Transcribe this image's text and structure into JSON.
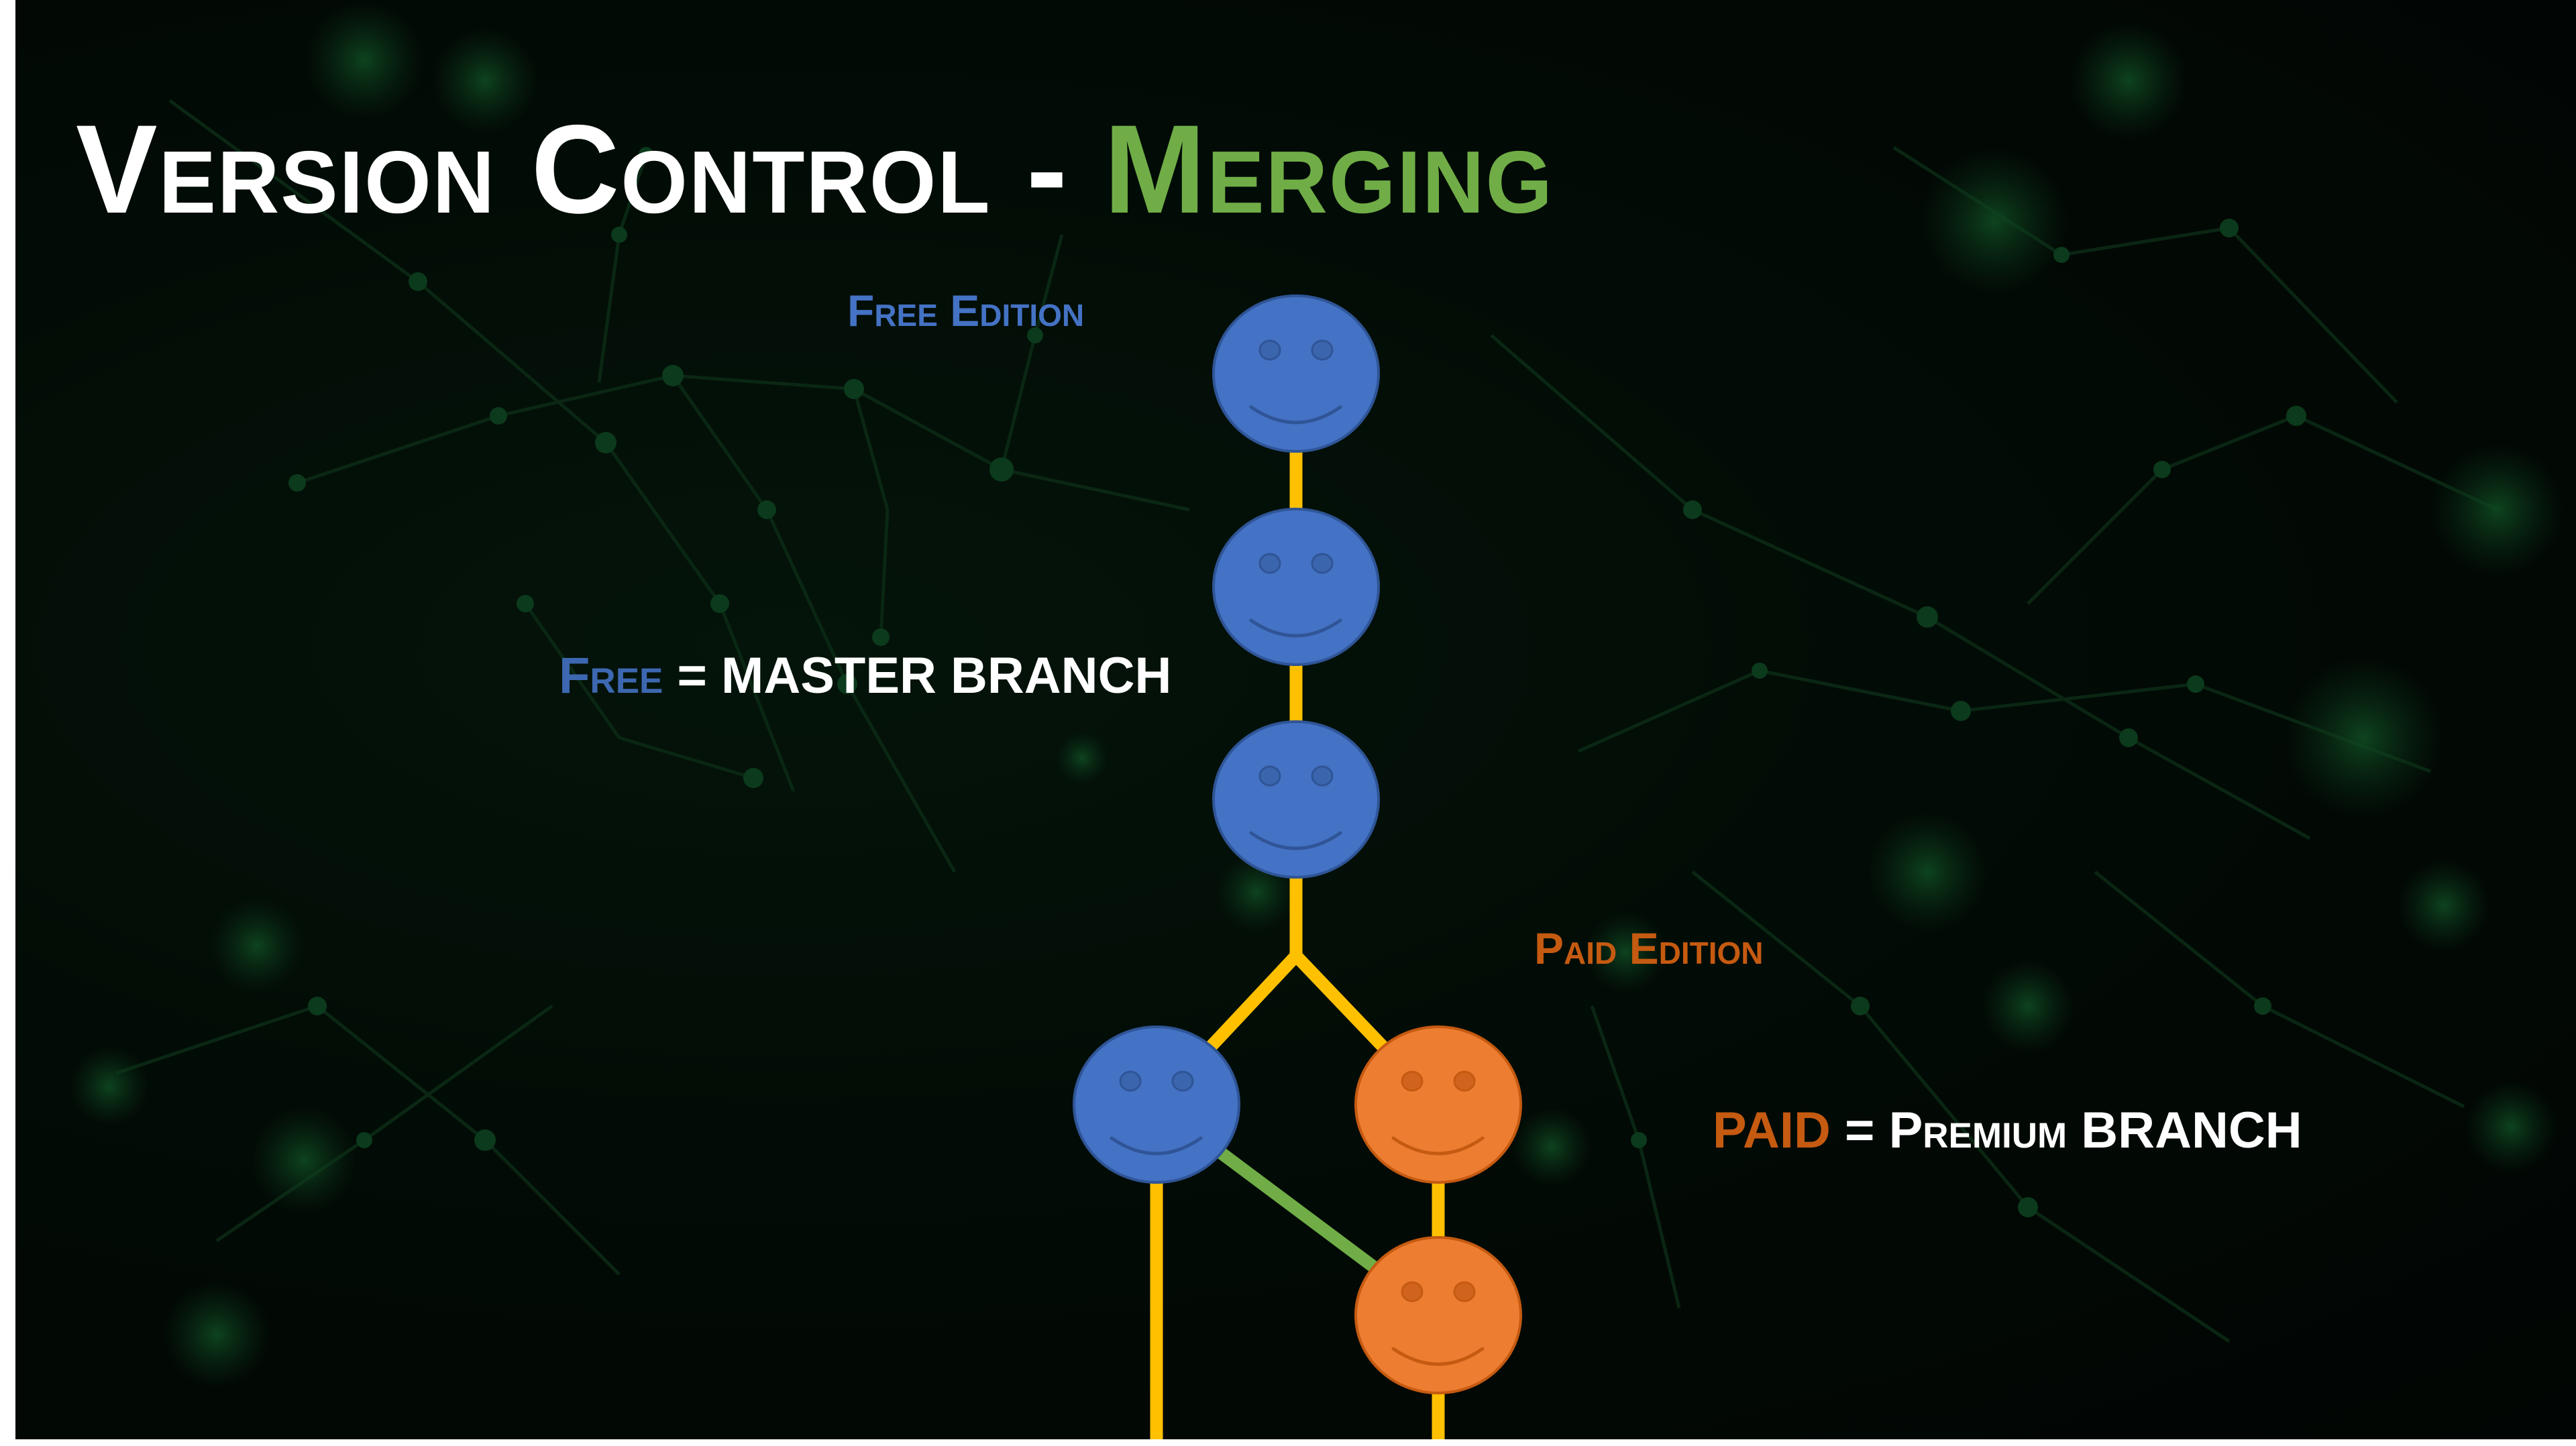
{
  "slide": {
    "title": {
      "main": "Version Control - ",
      "accent": "Merging"
    },
    "labels": {
      "free_edition": "Free Edition",
      "paid_edition": "Paid Edition",
      "master": {
        "key": "Free",
        "separator": " = ",
        "value": "MASTER BRANCH"
      },
      "premium": {
        "key": "PAID",
        "separator": " = ",
        "value": "Premium BRANCH"
      }
    }
  },
  "diagram": {
    "colors": {
      "master_node": "#4472c4",
      "master_outline": "#2f5597",
      "paid_node": "#ed7d31",
      "paid_outline": "#c55a11",
      "branch_line": "#ffc000",
      "merge_line": "#70ad47"
    },
    "nodes": [
      {
        "id": "free-1",
        "branch": "master",
        "icon": "smiley-face-icon"
      },
      {
        "id": "free-2",
        "branch": "master",
        "icon": "smiley-face-icon"
      },
      {
        "id": "free-3",
        "branch": "master",
        "icon": "smiley-face-icon"
      },
      {
        "id": "free-4",
        "branch": "master",
        "icon": "smiley-face-icon"
      },
      {
        "id": "paid-1",
        "branch": "premium",
        "icon": "smiley-face-icon"
      },
      {
        "id": "paid-2",
        "branch": "premium",
        "icon": "smiley-face-icon"
      }
    ],
    "edges": [
      {
        "from": "free-1",
        "to": "free-2",
        "type": "branch"
      },
      {
        "from": "free-2",
        "to": "free-3",
        "type": "branch"
      },
      {
        "from": "free-3",
        "to": "free-4",
        "type": "branch"
      },
      {
        "from": "free-3",
        "to": "paid-1",
        "type": "branch"
      },
      {
        "from": "paid-1",
        "to": "paid-2",
        "type": "branch"
      },
      {
        "from": "free-4",
        "to": "paid-2",
        "type": "merge"
      }
    ]
  }
}
